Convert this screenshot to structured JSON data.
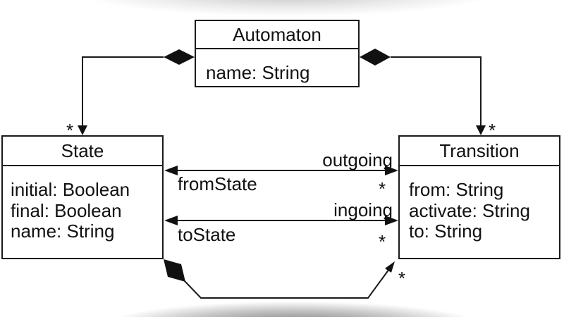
{
  "classes": {
    "automaton": {
      "title": "Automaton",
      "attributes": [
        "name: String"
      ]
    },
    "state": {
      "title": "State",
      "attributes": [
        "initial: Boolean",
        "final: Boolean",
        "name: String"
      ]
    },
    "transition": {
      "title": "Transition",
      "attributes": [
        "from: String",
        "activate: String",
        "to: String"
      ]
    }
  },
  "relations": {
    "automaton_state": {
      "type": "composition",
      "multiplicity": "*"
    },
    "automaton_transition": {
      "type": "composition",
      "multiplicity": "*"
    },
    "outgoing": {
      "label": "outgoing",
      "role": "fromState",
      "multiplicity": "*"
    },
    "ingoing": {
      "label": "ingoing",
      "role": "toState",
      "multiplicity": "*"
    },
    "state_transitions": {
      "type": "composition",
      "multiplicity": "*"
    }
  },
  "colors": {
    "line": "#1a1a1a",
    "text": "#111111",
    "class_fill": "#ffffff",
    "shadow": "#8a8a8a"
  }
}
